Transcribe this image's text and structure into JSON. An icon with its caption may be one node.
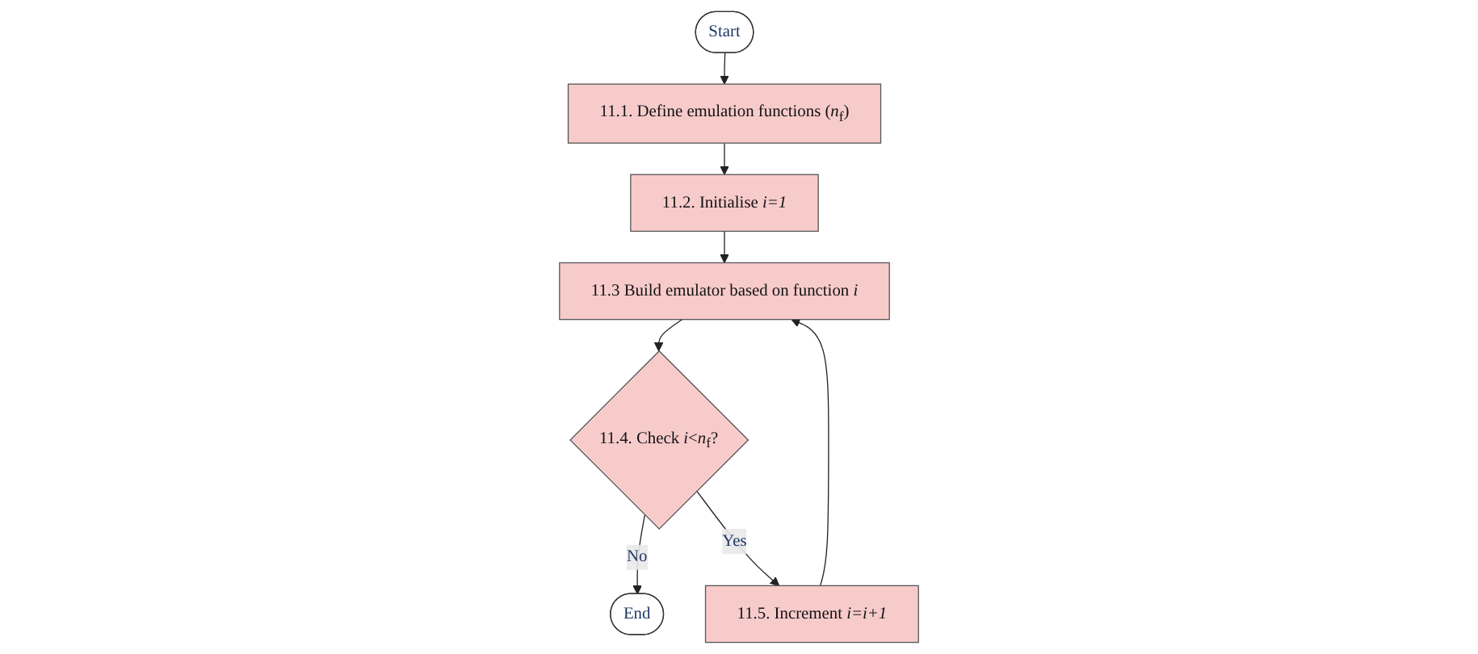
{
  "diagram": {
    "nodes": [
      {
        "text": [
          "Start"
        ]
      },
      {
        "text": [
          "11.1. Define emulation functions (*n*$_{f}$)"
        ]
      },
      {
        "text": [
          "11.2. Initialise *i=1*"
        ]
      },
      {
        "text": [
          "11.5. Increment *i=i+1*"
        ]
      },
      {
        "text": [
          "11.3 Build emulator based on function *i*"
        ]
      },
      {
        "text": [
          "11.4. Check *i*<*n*$_{f}$?"
        ]
      },
      {
        "text": [
          "End"
        ]
      }
    ],
    "edges": [
      {
        "from": 0,
        "to": 1,
        "arrow": "to"
      },
      {
        "from": 1,
        "to": 2,
        "arrow": "to"
      },
      {
        "from": 2,
        "to": 4,
        "arrow": "to"
      },
      {
        "from": 4,
        "to": 5,
        "arrow": "to"
      },
      {
        "from": 5,
        "to": 6,
        "arrow": "to",
        "label": "No"
      },
      {
        "from": 5,
        "to": 3,
        "arrow": "to",
        "label": "Yes"
      },
      {
        "from": 3,
        "to": 4,
        "arrow": "to"
      }
    ]
  }
}
